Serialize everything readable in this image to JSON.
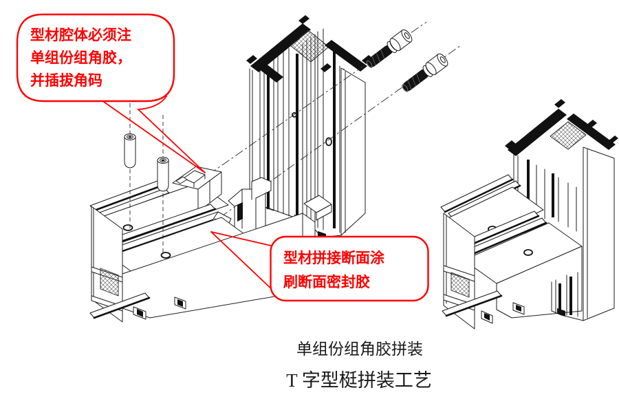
{
  "callouts": {
    "glue": {
      "line1": "型材腔体必须注",
      "line2": "单组份组角胶，",
      "line3": "并插拔角码"
    },
    "sealant": {
      "line1": "型材拼接断面涂",
      "line2": "刷断面密封胶"
    }
  },
  "captions": {
    "assembly_method": "单组份组角胶拼装",
    "process_title": "T 字型梃拼装工艺"
  },
  "colors": {
    "annotation": "#ff0000",
    "line_art": "#1c1c1c",
    "background": "#ffffff"
  }
}
